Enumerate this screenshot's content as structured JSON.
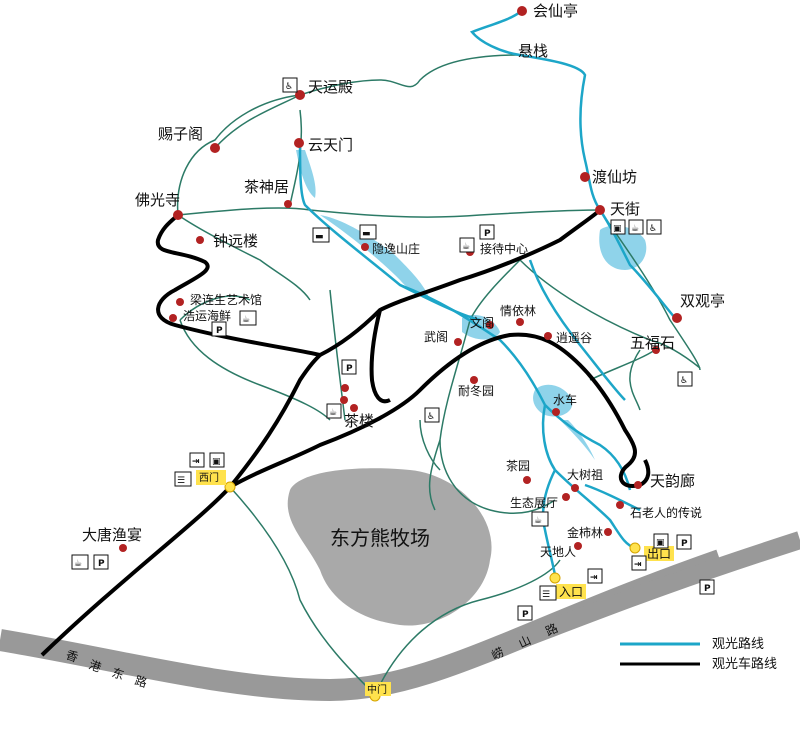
{
  "colors": {
    "sightseeing_path": "#1da6c8",
    "shuttle_route": "#000000",
    "trail": "#2c7a66",
    "road": "#999999",
    "water": "#8fd3ea",
    "poi": "#b22222",
    "gate_highlight": "#ffe24d",
    "ranch_area": "#a9a9a9"
  },
  "attractions": {
    "huixian_ting": "会仙亭",
    "xuanzhan": "悬栈",
    "tianyun_dian": "天运殿",
    "cizi_ge": "赐子阁",
    "yuntian_men": "云天门",
    "dux ian_fang": "渡仙坊",
    "chashen_ju": "茶神居",
    "foguang_si": "佛光寺",
    "tianjie": "天街",
    "zhongyuan_lou": "钟远楼",
    "yinyi_shanzhuang": "隐逸山庄",
    "jiedai_zhongxin": "接待中心",
    "shuangguan_ting": "双观亭",
    "lianglsheng_art": "梁连生艺术馆",
    "haoyun_haixian": "浩运海鲜",
    "qingyi_lin": "情依林",
    "wen_ge": "文阁",
    "wu_ge": "武阁",
    "xiaoyao_gu": "逍遥谷",
    "wufu_shi": "五福石",
    "naidong_yuan": "耐冬园",
    "shuiche": "水车",
    "cha_lou": "茶楼",
    "cha_yuan": "茶园",
    "dashu_zu": "大树祖",
    "tianyun_lang": "天韵廊",
    "shengtai_zhanting": "生态展厅",
    "shilaoren": "石老人的传说",
    "jinshi_lin": "金柿林",
    "tiandiren": "天地人",
    "datang_yuyan": "大唐渔宴",
    "ranch": "东方熊牧场"
  },
  "gates": {
    "west_gate": "西门",
    "middle_gate": "中门",
    "entrance": "入口",
    "exit": "出口"
  },
  "roads": {
    "xianggang_dong_1": "香",
    "xianggang_dong_2": "港",
    "xianggang_dong_3": "东",
    "xianggang_dong_4": "路",
    "laoshan_1": "崂",
    "laoshan_2": "山",
    "laoshan_3": "路"
  },
  "legend": {
    "sightseeing_path": "观光路线",
    "shuttle_route": "观光车路线"
  },
  "icons": {
    "parking": "P",
    "restroom": "restroom-icon",
    "hotel": "hotel-icon",
    "restaurant": "restaurant-icon",
    "shop": "shop-icon",
    "ticket": "ticket-icon"
  }
}
